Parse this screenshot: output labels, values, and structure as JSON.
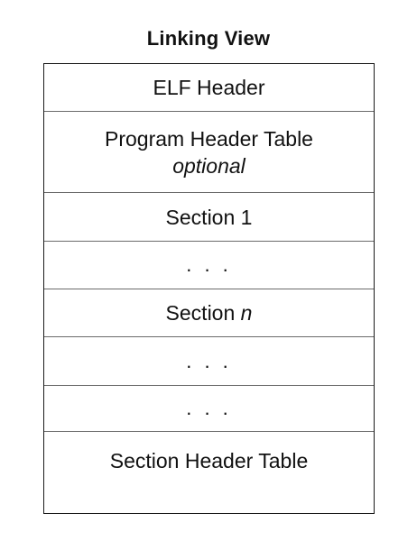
{
  "title": "Linking View",
  "rows": {
    "elf_header": "ELF Header",
    "program_header_table": "Program Header Table",
    "program_header_note": "optional",
    "section_1": "Section 1",
    "ellipsis_1": ". . .",
    "section_n_prefix": "Section",
    "section_n_var": "n",
    "ellipsis_2": ". . .",
    "ellipsis_3": ". . .",
    "section_header_table": "Section Header Table"
  }
}
